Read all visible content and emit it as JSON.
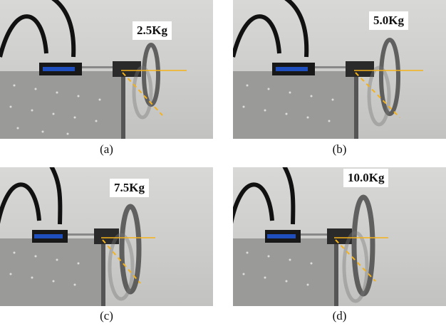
{
  "figure": {
    "panels": [
      {
        "id": "a",
        "caption": "(a)",
        "load_label": "2.5Kg"
      },
      {
        "id": "b",
        "caption": "(b)",
        "load_label": "5.0Kg"
      },
      {
        "id": "c",
        "caption": "(c)",
        "load_label": "7.5Kg"
      },
      {
        "id": "d",
        "caption": "(d)",
        "load_label": "10.0Kg"
      }
    ],
    "colors": {
      "reference_line": "#f5b21a",
      "cylinder_blue": "#1f4fbf"
    }
  }
}
